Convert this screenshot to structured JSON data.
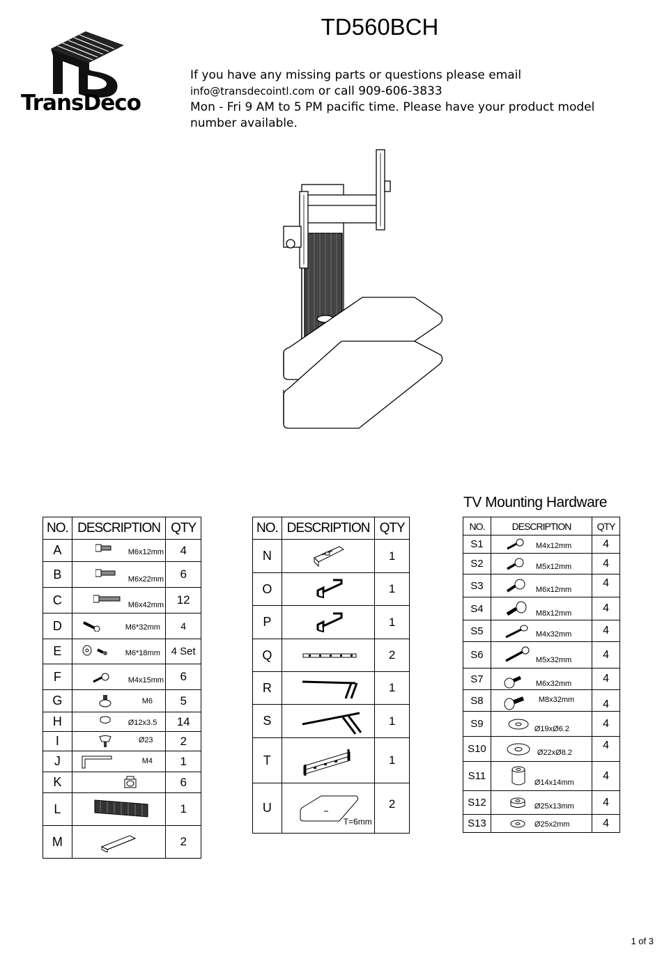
{
  "header": {
    "model": "TD560BCH",
    "brand": "TransDeco",
    "contact_line1": "If you have any missing parts or questions please email",
    "contact_email": "info@transdecointl.com",
    "contact_call": " or call 909-606-3833",
    "contact_line3": "Mon - Fri 9 AM to 5 PM pacific time. Please have your product model",
    "contact_line4": "number available."
  },
  "table_headers": {
    "no": "NO.",
    "desc": "DESCRIPTION",
    "qty": "QTY"
  },
  "table1": [
    {
      "no": "A",
      "size": "M6x12mm",
      "qty": "4"
    },
    {
      "no": "B",
      "size": "M6x22mm",
      "qty": "6"
    },
    {
      "no": "C",
      "size": "M6x42mm",
      "qty": "12"
    },
    {
      "no": "D",
      "size": "M6*32mm",
      "qty": "4"
    },
    {
      "no": "E",
      "size": "M6*18mm",
      "qty": "4 Set"
    },
    {
      "no": "F",
      "size": "M4x15mm",
      "qty": "6"
    },
    {
      "no": "G",
      "size": "M6",
      "qty": "5"
    },
    {
      "no": "H",
      "size": "Ø12x3.5",
      "qty": "14"
    },
    {
      "no": "I",
      "size": "Ø23",
      "qty": "2"
    },
    {
      "no": "J",
      "size": "M4",
      "qty": "1"
    },
    {
      "no": "K",
      "size": "",
      "qty": "6"
    },
    {
      "no": "L",
      "size": "",
      "qty": "1"
    },
    {
      "no": "M",
      "size": "",
      "qty": "2"
    }
  ],
  "table2": [
    {
      "no": "N",
      "size": "",
      "qty": "1"
    },
    {
      "no": "O",
      "size": "",
      "qty": "1"
    },
    {
      "no": "P",
      "size": "",
      "qty": "1"
    },
    {
      "no": "Q",
      "size": "",
      "qty": "2"
    },
    {
      "no": "R",
      "size": "",
      "qty": "1"
    },
    {
      "no": "S",
      "size": "",
      "qty": "1"
    },
    {
      "no": "T",
      "size": "",
      "qty": "1"
    },
    {
      "no": "U",
      "size": "T=6mm",
      "qty": "2"
    }
  ],
  "table3_title": "TV Mounting Hardware",
  "table3": [
    {
      "no": "S1",
      "size": "M4x12mm",
      "qty": "4"
    },
    {
      "no": "S2",
      "size": "M5x12mm",
      "qty": "4"
    },
    {
      "no": "S3",
      "size": "M6x12mm",
      "qty": "4"
    },
    {
      "no": "S4",
      "size": "M8x12mm",
      "qty": "4"
    },
    {
      "no": "S5",
      "size": "M4x32mm",
      "qty": "4"
    },
    {
      "no": "S6",
      "size": "M5x32mm",
      "qty": "4"
    },
    {
      "no": "S7",
      "size": "M6x32mm",
      "qty": "4"
    },
    {
      "no": "S8",
      "size": "M8x32mm",
      "qty": "4"
    },
    {
      "no": "S9",
      "size": "Ø19xØ6.2",
      "qty": "4"
    },
    {
      "no": "S10",
      "size": "Ø22xØ8.2",
      "qty": "4"
    },
    {
      "no": "S11",
      "size": "Ø14x14mm",
      "qty": "4"
    },
    {
      "no": "S12",
      "size": "Ø25x13mm",
      "qty": "4"
    },
    {
      "no": "S13",
      "size": "Ø25x2mm",
      "qty": "4"
    }
  ],
  "footer": {
    "page": "1 of 3"
  }
}
